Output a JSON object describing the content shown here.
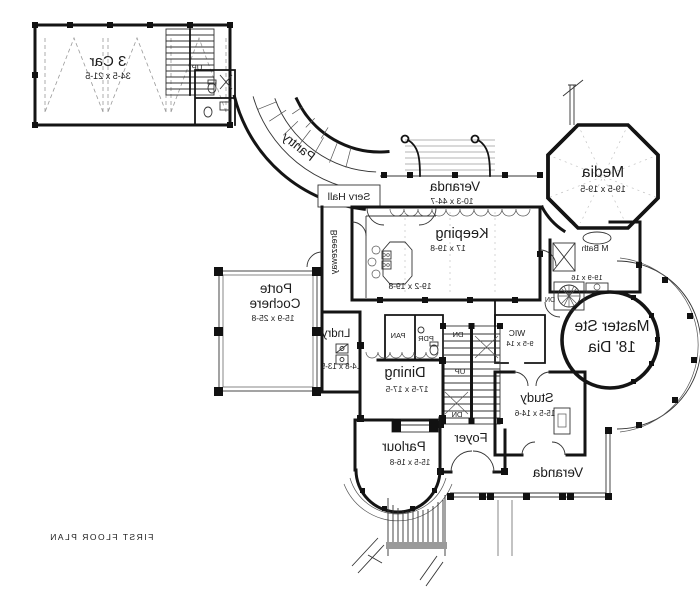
{
  "title": "FIRST FLOOR PLAN",
  "rooms": {
    "garage": {
      "name": "3 Car",
      "dims": "34-5 x 21-5"
    },
    "pantry": {
      "name": "Pantry"
    },
    "serv_hall": {
      "name": "Serv Hall"
    },
    "veranda_top": {
      "name": "Veranda",
      "dims": "10-3 x 44-7"
    },
    "media": {
      "name": "Media",
      "dims": "19-5 x 19-5"
    },
    "keeping": {
      "name": "Keeping",
      "dims": "17 x 19-8"
    },
    "kitchen": {
      "dims": "19-2 x 19-8"
    },
    "breezeway": {
      "name": "Breezeway"
    },
    "m_bath": {
      "name": "M Bath",
      "dims": "19-9 x 16"
    },
    "master": {
      "name": "Master Ste",
      "dims": "18' Dia"
    },
    "porte_cochere": {
      "name_line1": "Porte",
      "name_line2": "Cochere",
      "dims": "15-9 x 25-8"
    },
    "laundry": {
      "name": "Lndry",
      "dims": "14-8 x 13-5"
    },
    "pan": {
      "name": "PAN"
    },
    "pdr": {
      "name": "PDR"
    },
    "wic": {
      "name": "WIC",
      "dims": "9-5 x 14"
    },
    "dining": {
      "name": "Dining",
      "dims": "17-5 x 17-5"
    },
    "study": {
      "name": "Study",
      "dims": "15-5 x 14-6"
    },
    "foyer": {
      "name": "Foyer"
    },
    "parlour": {
      "name": "Parlour",
      "dims": "15-5 x 16-8"
    },
    "veranda_bottom": {
      "name": "Veranda"
    }
  },
  "stairs": {
    "up": "UP",
    "dn": "DN"
  },
  "colors": {
    "wall": "#141414",
    "landing": "#9a9a9a",
    "background": "#ffffff"
  }
}
